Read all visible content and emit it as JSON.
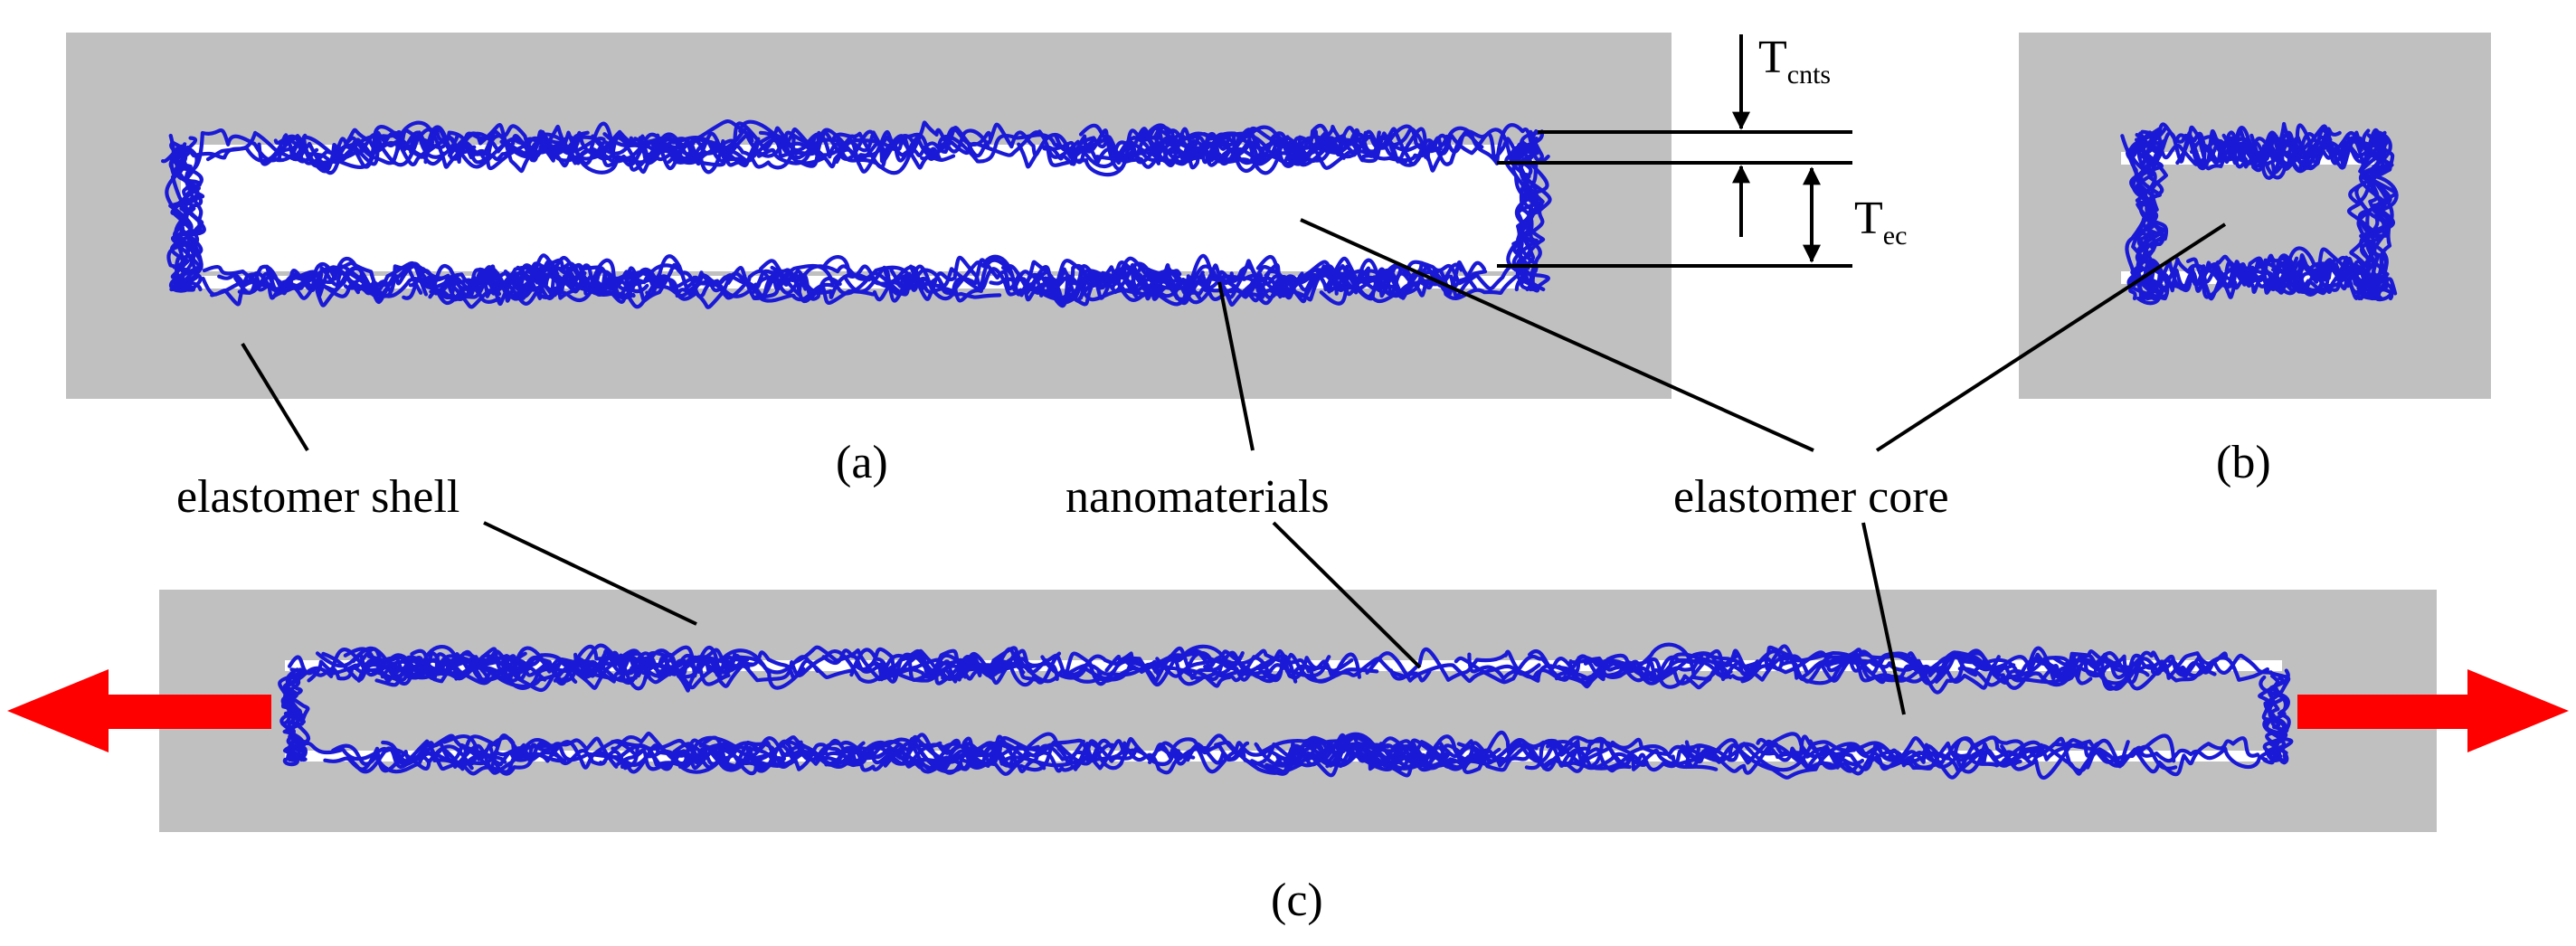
{
  "labels": {
    "elastomer_shell": "elastomer shell",
    "nanomaterials": "nanomaterials",
    "elastomer_core": "elastomer core",
    "panel_a": "(a)",
    "panel_b": "(b)",
    "panel_c": "(c)"
  },
  "dimensions": {
    "t_cnts": {
      "symbol": "T",
      "subscript": "cnts"
    },
    "t_ec": {
      "symbol": "T",
      "subscript": "ec"
    }
  },
  "colors": {
    "elastomer": "#c0c0c0",
    "core": "#ffffff",
    "nanomaterial": "#1a1ad6",
    "stretch_arrow": "#ff0000",
    "line": "#000000"
  }
}
